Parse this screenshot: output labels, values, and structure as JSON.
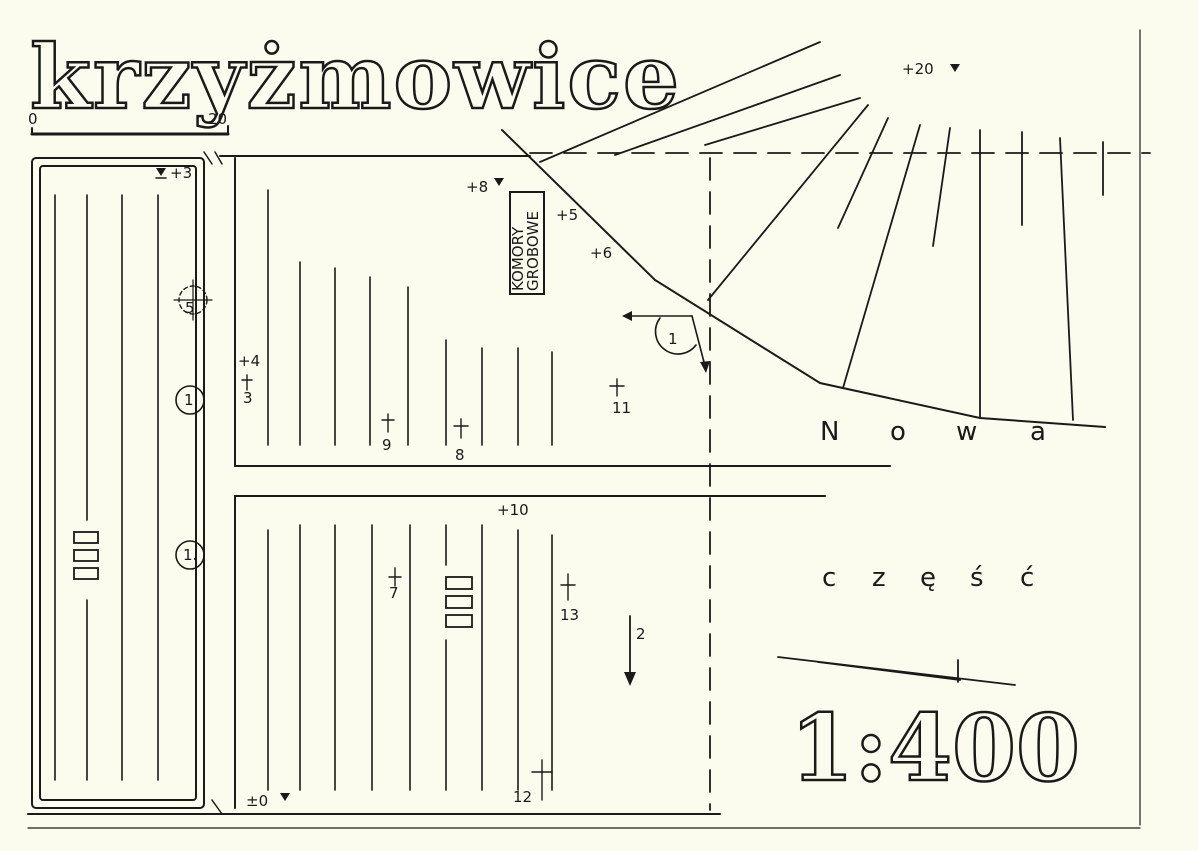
{
  "title": "krzyżmowice",
  "scale_bar": {
    "start": "0",
    "end": "20"
  },
  "street_name": [
    "N",
    "o",
    "w",
    "a"
  ],
  "part_label": [
    "c",
    "z",
    "ę",
    "ś",
    "ć"
  ],
  "scale": "1:400",
  "crypts_label": [
    "KOMORY",
    "GROBOWE"
  ],
  "elevations": {
    "top_right": "+20",
    "left_top": "+3",
    "center_top": "+8",
    "slope_a": "+5",
    "slope_b": "+6",
    "bottom_left": "±0"
  },
  "grave_markers": {
    "m4": "+4",
    "m3": "3",
    "m9": "9",
    "m8": "8",
    "m11": "11",
    "m10": "+10",
    "m7": "7",
    "m13": "13",
    "m12": "12"
  },
  "view_markers": {
    "circle_1": "1",
    "circle_5": "5",
    "circle_1_top": "1.",
    "circle_1_bottom": "1."
  },
  "arrow_labels": {
    "arrow_2": "2"
  },
  "colors": {
    "paper": "#fbfbee",
    "ink": "#1a1a1a"
  }
}
